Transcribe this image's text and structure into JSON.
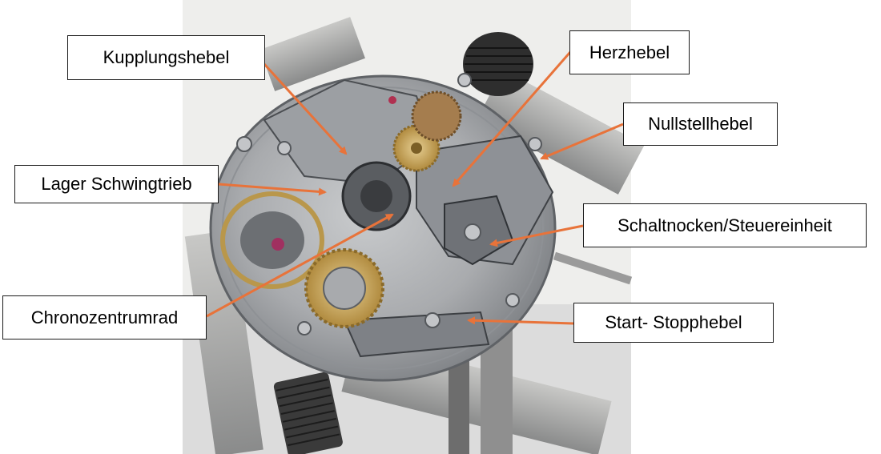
{
  "labels": {
    "kupplungshebel": "Kupplungshebel",
    "herzhebel": "Herzhebel",
    "nullstellhebel": "Nullstellhebel",
    "lager_schwingtrieb": "Lager Schwingtrieb",
    "schaltnocken": "Schaltnocken/Steuereinheit",
    "chronozentrumrad": "Chronozentrumrad",
    "start_stopphebel": "Start- Stopphebel"
  },
  "colors": {
    "arrow": "#e8733a",
    "label_border": "#1a1a1a",
    "background": "#ffffff"
  }
}
